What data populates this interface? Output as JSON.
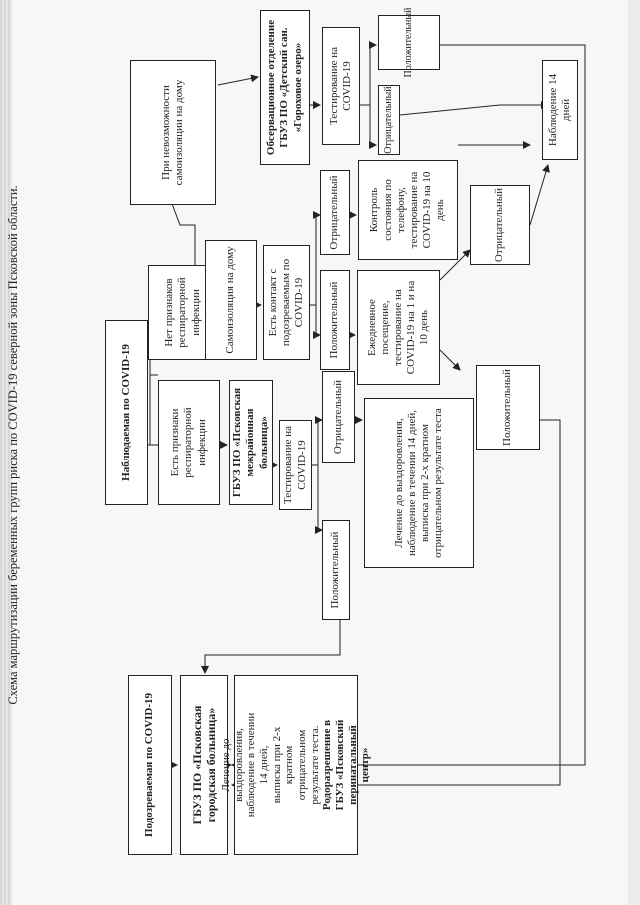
{
  "title": "Схема маршрутизации беременных групп риска по COVID-19 северной зоны Псковской области.",
  "nodes": {
    "suspected": "Подозреваемая по COVID-19",
    "pgb": "ГБУЗ ПО «Псковская городская больница»",
    "pgb_treatment_lines": [
      "Лечение до",
      "выздоровления,",
      "наблюдение в течении",
      "14 дней,",
      "выписка при 2-х",
      "кратном",
      "отрицательном",
      "результате теста."
    ],
    "pgb_treatment_bold": [
      "Родоразрешение в",
      "ГБУЗ «Псковский",
      "перинатальный",
      "центр»"
    ],
    "observed": "Наблюдаемая по COVID-19",
    "resp_yes": "Есть признаки респираторной инфекции",
    "resp_no": "Нет признаков респираторной инфекции",
    "pmb": "ГБУЗ ПО «Псковская межрайонная больница»",
    "self_iso": "Самоизоляция на дому",
    "no_self_iso": "При невозможности самоизоляции на дому",
    "obs_dept": "Обсервационное отделение ГБУЗ ПО «Детский сан. «Гороховое озеро»",
    "test1": "Тестирование на COVID-19",
    "contact": "Есть контакт с подозреваемым по COVID-19",
    "test2": "Тестирование на COVID-19",
    "pos1": "Положительный",
    "neg1": "Отрицательный",
    "pos2": "Положительный",
    "neg2": "Отрицательный",
    "neg3": "Отрицательный",
    "pos3": "Положительный",
    "treat_pmb": "Лечение до выздоровления, наблюдение в течении 14 дней, выписка при 2-х кратном отрицательном результате теста",
    "daily_visit": "Ежедневное посещение, тестирование на COVID-19 на 1 и на 10 день",
    "phone_control": "Контроль состояния по телефону, тестирование на COVID-19 на 10 день",
    "pos4": "Положительный",
    "neg4": "Отрицательный",
    "obs14": "Наблюдение 14 дней"
  }
}
